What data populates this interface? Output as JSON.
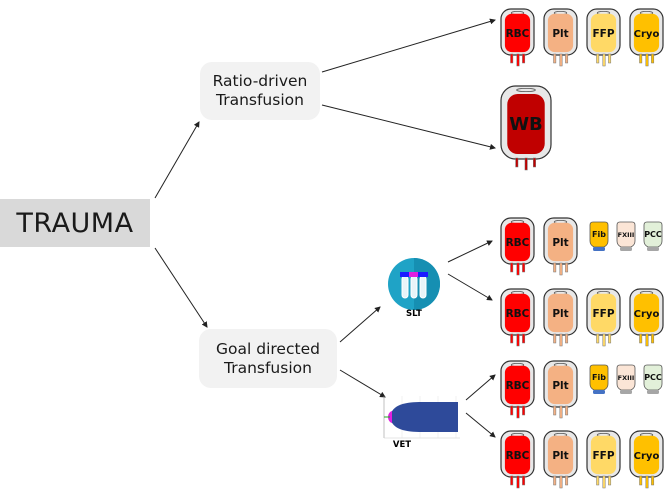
{
  "root": {
    "label": "TRAUMA"
  },
  "branches": [
    {
      "label_line1": "Ratio-driven",
      "label_line2": "Transfusion"
    },
    {
      "label_line1": "Goal directed",
      "label_line2": "Transfusion"
    }
  ],
  "tests": {
    "slt": {
      "label": "SLT",
      "icon": "test-tubes-icon"
    },
    "vet": {
      "label": "VET",
      "icon": "viscoelastic-trace-icon"
    }
  },
  "rows": {
    "ratio_components": [
      "RBC",
      "Plt",
      "FFP",
      "Cryo"
    ],
    "ratio_whole_blood": [
      "WB"
    ],
    "slt_factors": [
      "RBC",
      "Plt",
      "Fib",
      "FXIII",
      "PCC"
    ],
    "slt_components": [
      "RBC",
      "Plt",
      "FFP",
      "Cryo"
    ],
    "vet_factors": [
      "RBC",
      "Plt",
      "Fib",
      "FXIII",
      "PCC"
    ],
    "vet_components": [
      "RBC",
      "Plt",
      "FFP",
      "Cryo"
    ]
  },
  "colors": {
    "RBC": "#ff0000",
    "Plt": "#f4b183",
    "FFP": "#ffd966",
    "Cryo": "#ffc000",
    "WB": "#c00000",
    "Fib": "#ffc000",
    "FXIII": "#fbe5d6",
    "PCC": "#e2f0d9",
    "slt_circle": "#1fa3c6",
    "vet_fill": "#2e4a9a"
  }
}
